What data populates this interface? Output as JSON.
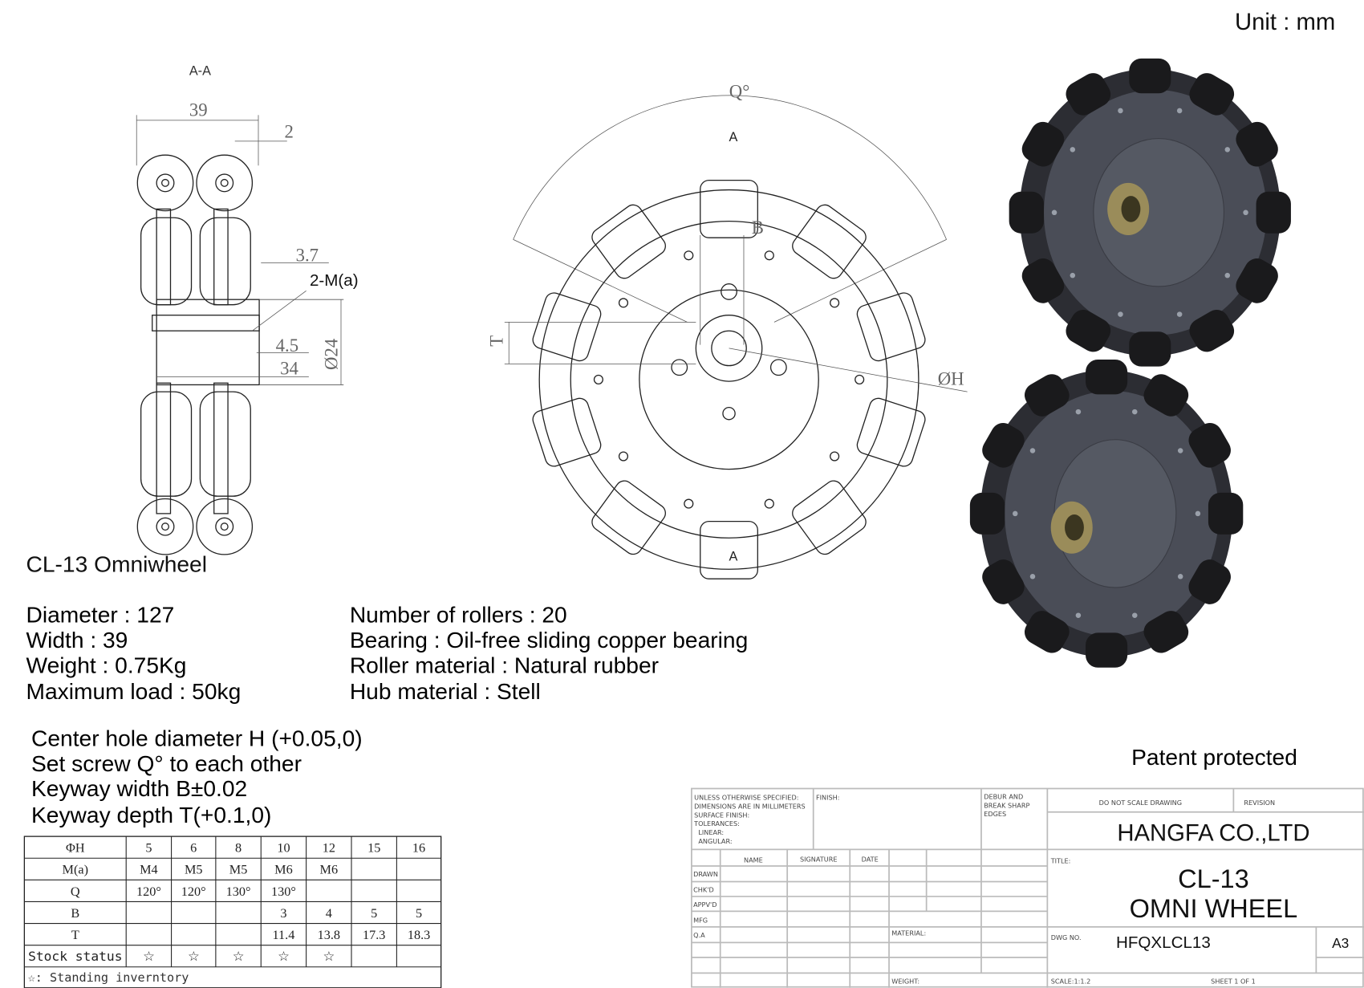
{
  "unit_label": "Unit : mm",
  "section_label": "A-A",
  "section_dims": {
    "width": "39",
    "offset": "2",
    "d1": "3.7",
    "thread": "2-M(a)",
    "d2": "4.5",
    "d3": "34",
    "bore": "Ø24"
  },
  "front_dims": {
    "angle": "Q°",
    "keyway": "B",
    "depth": "T",
    "hole": "ØH",
    "cut_top": "A",
    "cut_bottom": "A"
  },
  "product_title": "CL-13 Omniwheel",
  "specs_left": [
    "Diameter : 127",
    "Width : 39",
    "Weight : 0.75Kg",
    "Maximum load : 50kg"
  ],
  "specs_right": [
    "Number of rollers : 20",
    "Bearing : Oil-free sliding copper bearing",
    "Roller material : Natural rubber",
    "Hub material : Stell"
  ],
  "notes": [
    "Center hole diameter H (+0.05,0)",
    "Set screw Q° to each other",
    "Keyway width B±0.02",
    "Keyway depth T(+0.1,0)"
  ],
  "patent": "Patent protected",
  "spec_table": {
    "rows": [
      [
        "ΦH",
        "5",
        "6",
        "8",
        "10",
        "12",
        "15",
        "16"
      ],
      [
        "M(a)",
        "M4",
        "M5",
        "M5",
        "M6",
        "M6",
        "",
        ""
      ],
      [
        "Q",
        "120°",
        "120°",
        "130°",
        "130°",
        "",
        "",
        ""
      ],
      [
        "B",
        "",
        "",
        "",
        "3",
        "4",
        "5",
        "5"
      ],
      [
        "T",
        "",
        "",
        "",
        "11.4",
        "13.8",
        "17.3",
        "18.3"
      ],
      [
        "Stock status",
        "☆",
        "☆",
        "☆",
        "☆",
        "☆",
        "",
        ""
      ]
    ],
    "footnote": "☆: Standing inverntory"
  },
  "title_block": {
    "tolerance_lines": [
      "UNLESS OTHERWISE SPECIFIED:",
      "DIMENSIONS ARE IN MILLIMETERS",
      "SURFACE FINISH:",
      "TOLERANCES:",
      "  LINEAR:",
      "  ANGULAR:"
    ],
    "finish": "FINISH:",
    "debur": [
      "DEBUR AND",
      "BREAK SHARP",
      "EDGES"
    ],
    "no_scale": "DO NOT SCALE DRAWING",
    "revision": "REVISION",
    "company": "HANGFA CO.,LTD",
    "headers": [
      "NAME",
      "SIGNATURE",
      "DATE"
    ],
    "roles": [
      "DRAWN",
      "CHK'D",
      "APPV'D",
      "MFG",
      "Q.A"
    ],
    "material": "MATERIAL:",
    "weight": "WEIGHT:",
    "title_label": "TITLE:",
    "title_line1": "CL-13",
    "title_line2": "OMNI WHEEL",
    "dwg_label": "DWG NO.",
    "dwg_no": "HFQXLCL13",
    "size": "A3",
    "scale": "SCALE:1:1.2",
    "sheet": "SHEET 1 OF 1"
  },
  "colors": {
    "rubber": "#1a1a1c",
    "hub": "#4a4d57",
    "bushing": "#9a8c5a",
    "grid": "#bbbbbb"
  }
}
